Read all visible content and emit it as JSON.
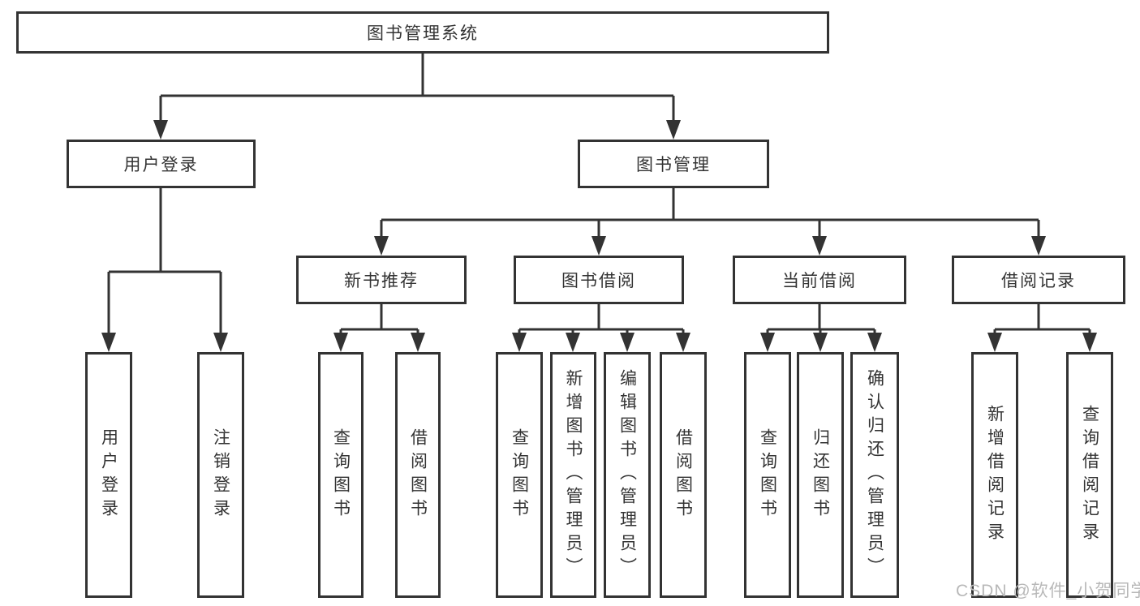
{
  "diagram": {
    "title": "图书管理系统",
    "branches": [
      {
        "label": "用户登录",
        "children": [
          {
            "label": "用户登录"
          },
          {
            "label": "注销登录"
          }
        ]
      },
      {
        "label": "图书管理",
        "children": [
          {
            "label": "新书推荐",
            "children": [
              {
                "label": "查询图书"
              },
              {
                "label": "借阅图书"
              }
            ]
          },
          {
            "label": "图书借阅",
            "children": [
              {
                "label": "查询图书"
              },
              {
                "label": "新增图书（管理员）"
              },
              {
                "label": "编辑图书（管理员）"
              },
              {
                "label": "借阅图书"
              }
            ]
          },
          {
            "label": "当前借阅",
            "children": [
              {
                "label": "查询图书"
              },
              {
                "label": "归还图书"
              },
              {
                "label": "确认归还（管理员）"
              }
            ]
          },
          {
            "label": "借阅记录",
            "children": [
              {
                "label": "新增借阅记录"
              },
              {
                "label": "查询借阅记录"
              }
            ]
          }
        ]
      }
    ]
  },
  "watermark": {
    "text": "CSDN @软件_小贺同学"
  },
  "colors": {
    "line": "#333333",
    "text": "#333333",
    "box_background": "#ffffff",
    "watermark": "#b8b8b8"
  }
}
